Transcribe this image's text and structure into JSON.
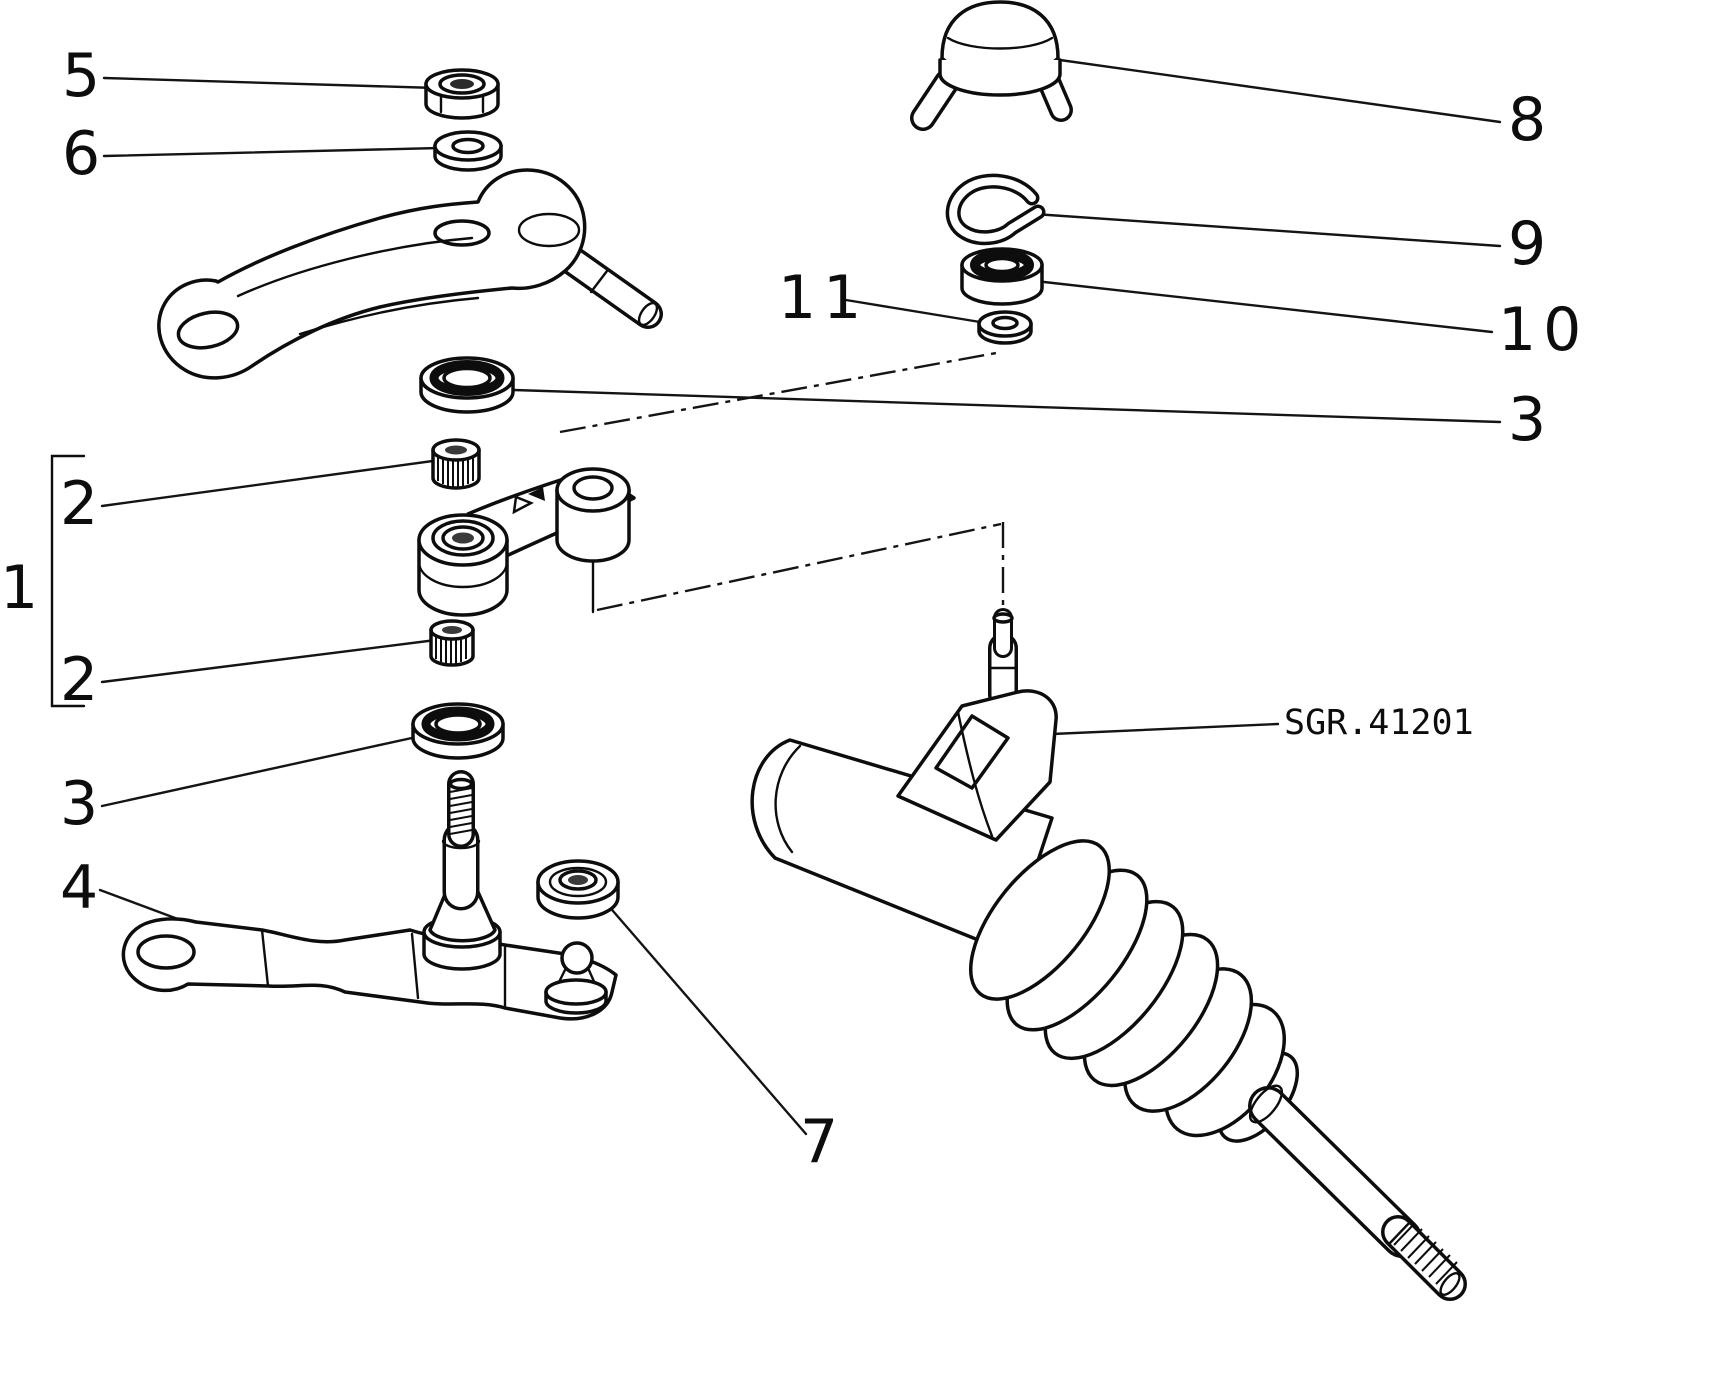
{
  "diagram": {
    "kind": "exploded-parts-diagram",
    "background": "#ffffff",
    "line_color": "#0d0d0d",
    "callouts": {
      "n5": "5",
      "n6": "6",
      "n8": "8",
      "n9": "9",
      "n10": "10",
      "n11": "11",
      "n3_right": "3",
      "n2_upper": "2",
      "n1": "1",
      "n2_lower": "2",
      "n3_left": "3",
      "n4": "4",
      "n7": "7"
    },
    "reference": "SGR.41201"
  }
}
